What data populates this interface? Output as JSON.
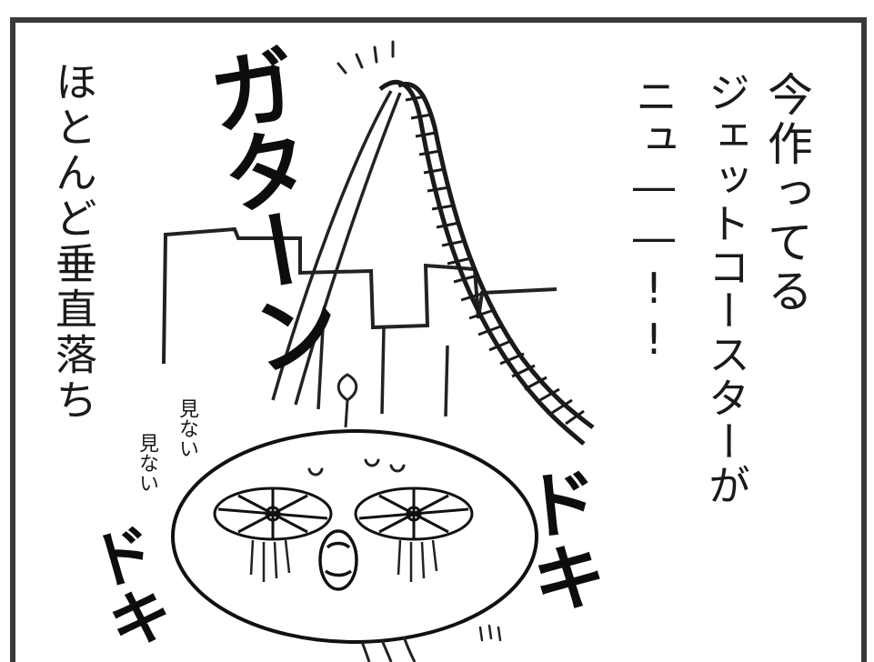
{
  "panel": {
    "narration_right_1": "今作ってる",
    "narration_right_2": "ジェットコースターが",
    "narration_right_3": "ニュ――!!",
    "narration_left": "ほとんど垂直落ち",
    "whisper_1": "見ない",
    "whisper_2": "見ない",
    "sfx_coaster": "ガターン",
    "sfx_heart_right": "ドキ",
    "sfx_heart_left": "ドキ"
  },
  "colors": {
    "ink": "#111111",
    "paper": "#ffffff",
    "border": "#3a3a3a"
  }
}
